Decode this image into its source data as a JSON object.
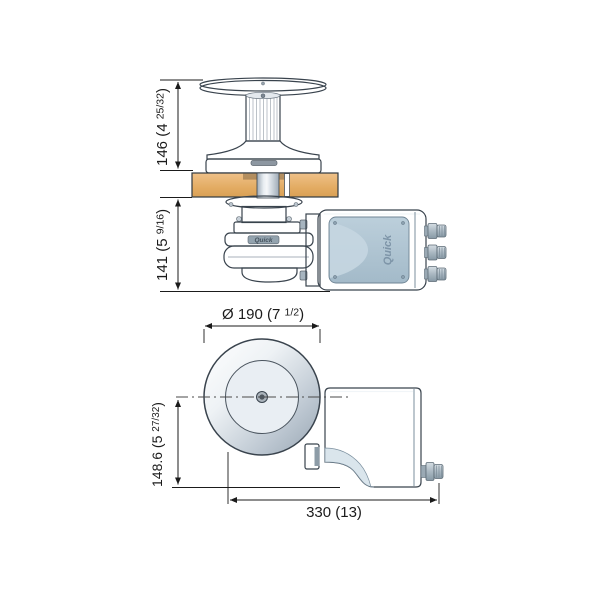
{
  "meta": {
    "title": "Windlass dimensional drawing",
    "views": [
      "side elevation",
      "plan view"
    ]
  },
  "branding": {
    "motor_logo": "Quick",
    "gearbox_label": "Quick"
  },
  "dimensions": {
    "height_above_deck": {
      "main": "146 (4 ",
      "frac": "25/32",
      "close": ")"
    },
    "height_below_deck": {
      "main": "141 (5 ",
      "frac": "9/16",
      "close": ")"
    },
    "drum_diameter": {
      "main": "Ø 190 (7 ",
      "frac": "1/2",
      "close": ")"
    },
    "offset_height": {
      "main": "148.6 (5 ",
      "frac": "27/32",
      "close": ")"
    },
    "overall_length": {
      "main": "330 (13)",
      "frac": "",
      "close": ""
    }
  },
  "colors": {
    "deck_wood": "#e5ae67",
    "metal_light": "#f3f6f8",
    "metal_dark": "#9eaab4",
    "motor_body": "#c2d3de",
    "outline": "#39434d",
    "dimension_ink": "#1b1b1b",
    "logo_blue": "#7e95a8"
  }
}
